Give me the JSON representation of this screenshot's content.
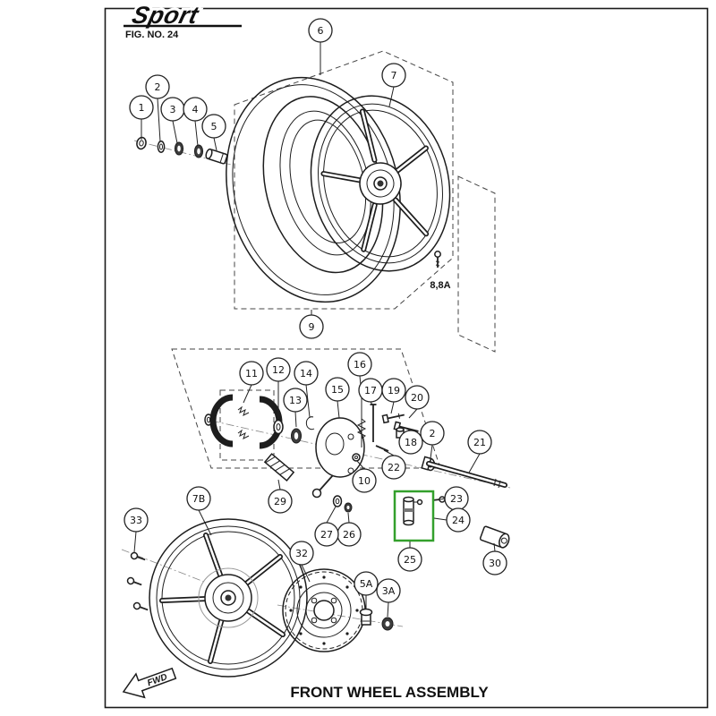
{
  "header": {
    "brand": "Sport",
    "fig_no": "FIG. NO. 24"
  },
  "footer": {
    "title": "FRONT WHEEL ASSEMBLY",
    "fwd_label": "FWD"
  },
  "colors": {
    "highlight": "#33a02c",
    "line": "#1d1d1d"
  },
  "labels": {
    "part8": "8,8A"
  },
  "callouts": {
    "c1": "1",
    "c2": "2",
    "c3": "3",
    "c4": "4",
    "c5": "5",
    "c6": "6",
    "c7": "7",
    "c9": "9",
    "c10": "10",
    "c11": "11",
    "c12": "12",
    "c13": "13",
    "c14": "14",
    "c15": "15",
    "c16": "16",
    "c17": "17",
    "c18": "18",
    "c19": "19",
    "c20": "20",
    "c2b": "2",
    "c21": "21",
    "c22": "22",
    "c23": "23",
    "c24": "24",
    "c25": "25",
    "c26": "26",
    "c27": "27",
    "c29": "29",
    "c30": "30",
    "c32": "32",
    "c33": "33",
    "c7b": "7B",
    "c5a": "5A",
    "c3a": "3A"
  }
}
